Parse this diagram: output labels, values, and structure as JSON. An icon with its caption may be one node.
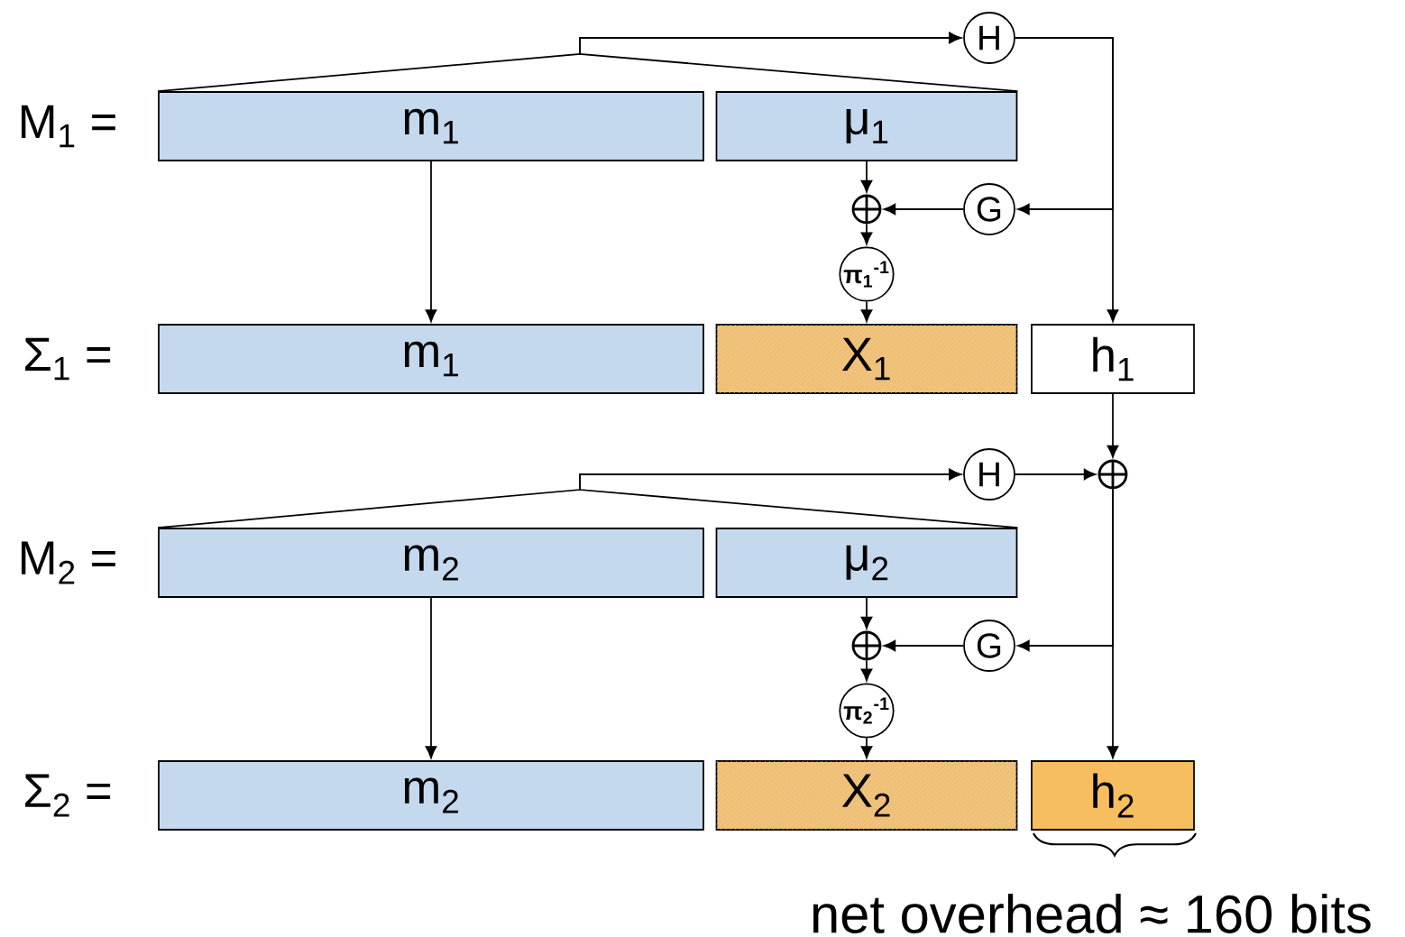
{
  "diagram": {
    "nodes": [
      {
        "text": [
          "m$_{1}$"
        ]
      },
      {
        "text": [
          "μ$_{1}$"
        ]
      },
      {
        "text": [],
        "shape": "circle"
      },
      {
        "text": [
          "H"
        ]
      },
      {
        "text": [
          "G"
        ]
      },
      {
        "text": [
          "π$_{1}$$^{-1}$"
        ]
      },
      {
        "text": [
          "m$_{1}$"
        ]
      },
      {
        "text": [
          "X$_{1}$"
        ]
      },
      {
        "text": [
          "h$_{1}$"
        ]
      },
      {
        "text": [],
        "shape": "circle"
      },
      {
        "text": [
          "H"
        ]
      },
      {
        "text": [
          "m$_{2}$"
        ]
      },
      {
        "text": [
          "μ$_{2}$"
        ]
      },
      {
        "text": [],
        "shape": "circle"
      },
      {
        "text": [
          "G"
        ]
      },
      {
        "text": [
          "π$_{2}$$^{-1}$"
        ]
      },
      {
        "text": [
          "m$_{2}$"
        ]
      },
      {
        "text": [
          "X$_{2}$"
        ]
      },
      {
        "text": [
          "h$_{2}$"
        ]
      }
    ],
    "edges": [
      {
        "from": 0,
        "to": 3,
        "arrow": "to"
      },
      {
        "from": 1,
        "to": 3,
        "arrow": "to"
      },
      {
        "from": 1,
        "to": 2,
        "arrow": "to"
      },
      {
        "from": 3,
        "to": 8,
        "arrow": "to"
      },
      {
        "from": 3,
        "to": 4,
        "arrow": "to"
      },
      {
        "from": 4,
        "to": 2,
        "arrow": "to"
      },
      {
        "from": 2,
        "to": 5,
        "arrow": "to"
      },
      {
        "from": 5,
        "to": 7,
        "arrow": "to"
      },
      {
        "from": 0,
        "to": 6,
        "arrow": "to"
      },
      {
        "from": 8,
        "to": 9,
        "arrow": "to"
      },
      {
        "from": 10,
        "to": 9,
        "arrow": "to"
      },
      {
        "from": 11,
        "to": 10,
        "arrow": "to"
      },
      {
        "from": 12,
        "to": 10,
        "arrow": "to"
      },
      {
        "from": 12,
        "to": 13,
        "arrow": "to"
      },
      {
        "from": 9,
        "to": 14,
        "arrow": "to"
      },
      {
        "from": 9,
        "to": 18,
        "arrow": "to"
      },
      {
        "from": 14,
        "to": 13,
        "arrow": "to"
      },
      {
        "from": 13,
        "to": 15,
        "arrow": "to"
      },
      {
        "from": 15,
        "to": 17,
        "arrow": "to"
      },
      {
        "from": 11,
        "to": 16,
        "arrow": "to"
      }
    ],
    "labels": [
      "M$_{1}$ =",
      "Σ$_{1}$ =",
      "M$_{2}$ =",
      "Σ$_{2}$ =",
      "net overhead ≈ 160 bits"
    ]
  }
}
